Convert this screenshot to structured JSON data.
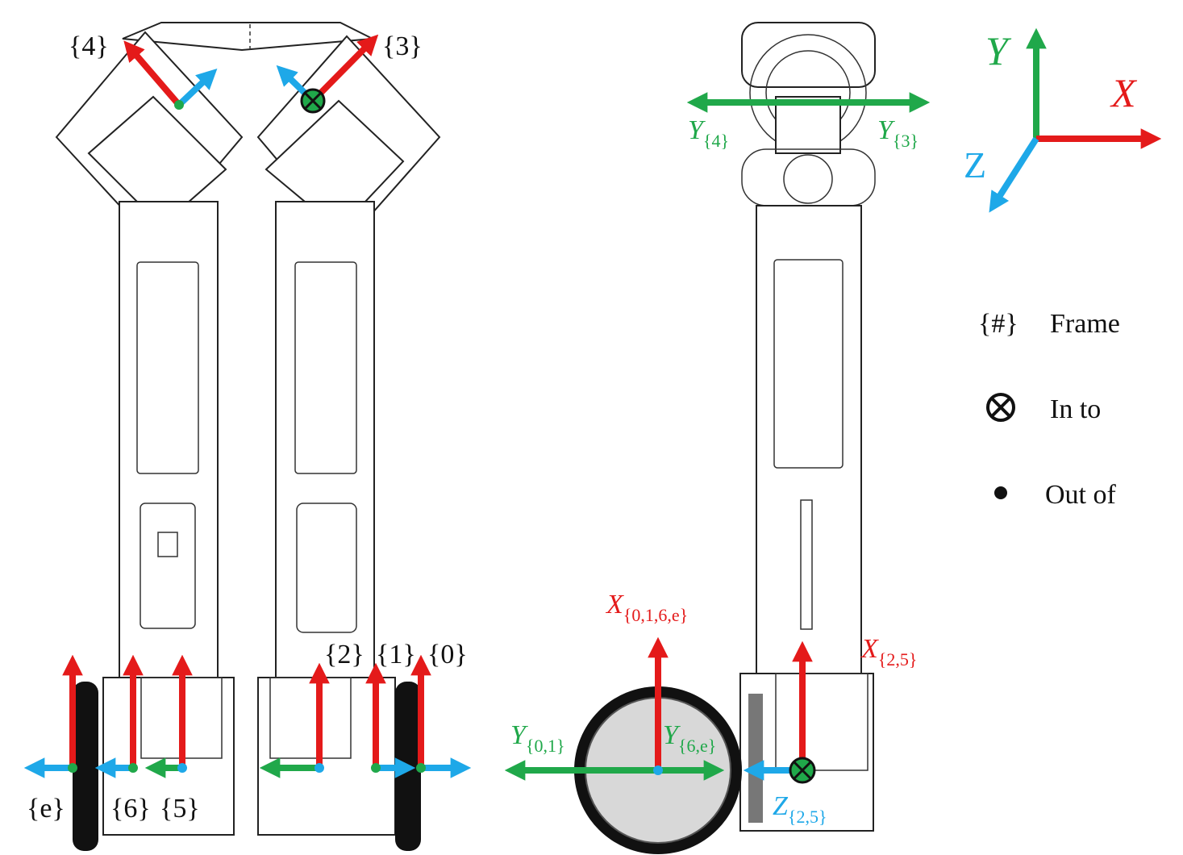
{
  "colors": {
    "x_axis": "#e41a1a",
    "y_axis": "#20a84a",
    "z_axis": "#1ea8e8",
    "outline": "#222222",
    "point": "#20a84a"
  },
  "left_view": {
    "frame_labels": {
      "f4": "{4}",
      "f3": "{3}",
      "f2": "{2}",
      "f1": "{1}",
      "f0": "{0}",
      "fe": "{e}",
      "f6": "{6}",
      "f5": "{5}"
    }
  },
  "right_view": {
    "labels": {
      "y4": {
        "base": "Y",
        "sub": "{4}"
      },
      "y3": {
        "base": "Y",
        "sub": "{3}"
      },
      "x0161e": {
        "base": "X",
        "sub": "{0,1,6,e}"
      },
      "x25": {
        "base": "X",
        "sub": "{2,5}"
      },
      "y01": {
        "base": "Y",
        "sub": "{0,1}"
      },
      "y6e": {
        "base": "Y",
        "sub": "{6,e}"
      },
      "z25": {
        "base": "Z",
        "sub": "{2,5}"
      }
    }
  },
  "axis_legend": {
    "x": "X",
    "y": "Y",
    "z": "Z"
  },
  "symbol_legend": {
    "frame_symbol": "{#}",
    "frame_text": "Frame",
    "into_text": "In to",
    "outof_text": "Out of"
  }
}
